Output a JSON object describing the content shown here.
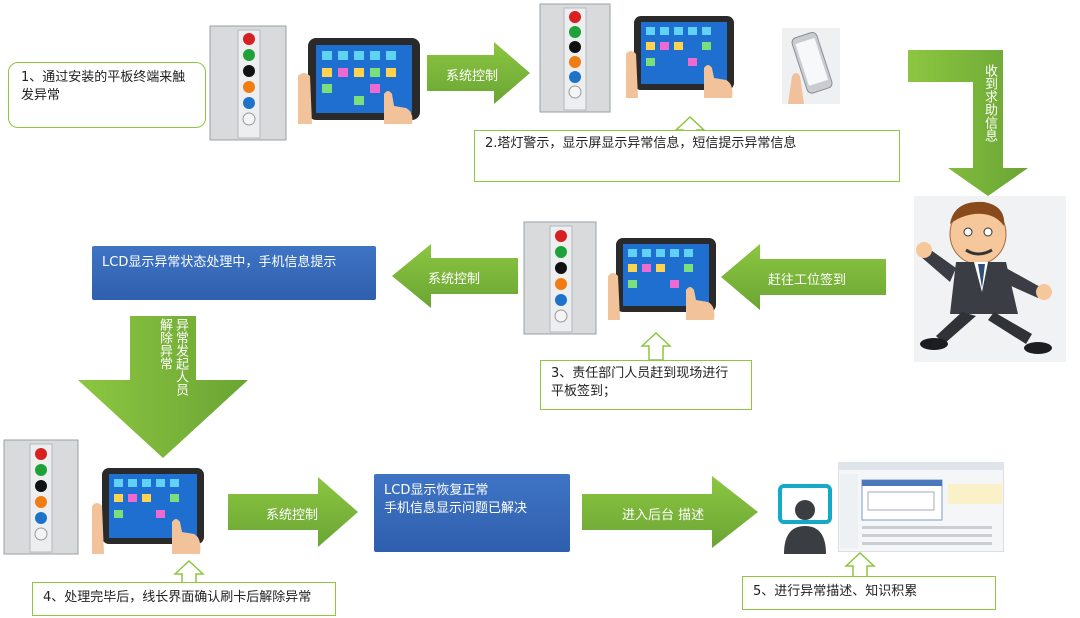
{
  "steps": {
    "s1": "1、通过安装的平板终端来触发异常",
    "s2": "2.塔灯警示，显示屏显示异常信息，短信提示异常信息",
    "s3": "3、责任部门人员赶到现场进行平板签到；",
    "s4": "4、处理完毕后，线长界面确认刷卡后解除异常",
    "s5": "5、进行异常描述、知识积累"
  },
  "arrows": {
    "a1": "系统控制",
    "a2": "收到求助信息",
    "a3": "赶往工位签到",
    "a4": "系统控制",
    "a5": "异常发起人员解除异常",
    "a6": "系统控制",
    "a7": "进入后台 描述"
  },
  "blue_boxes": {
    "b1": "LCD显示异常状态处理中，手机信息提示",
    "b2_line1": "LCD显示恢复正常",
    "b2_line2": "手机信息显示问题已解决"
  },
  "colors": {
    "arrow_green": "#7ab73b",
    "box_blue": "#3468b8",
    "border_green": "#8dc63f"
  }
}
